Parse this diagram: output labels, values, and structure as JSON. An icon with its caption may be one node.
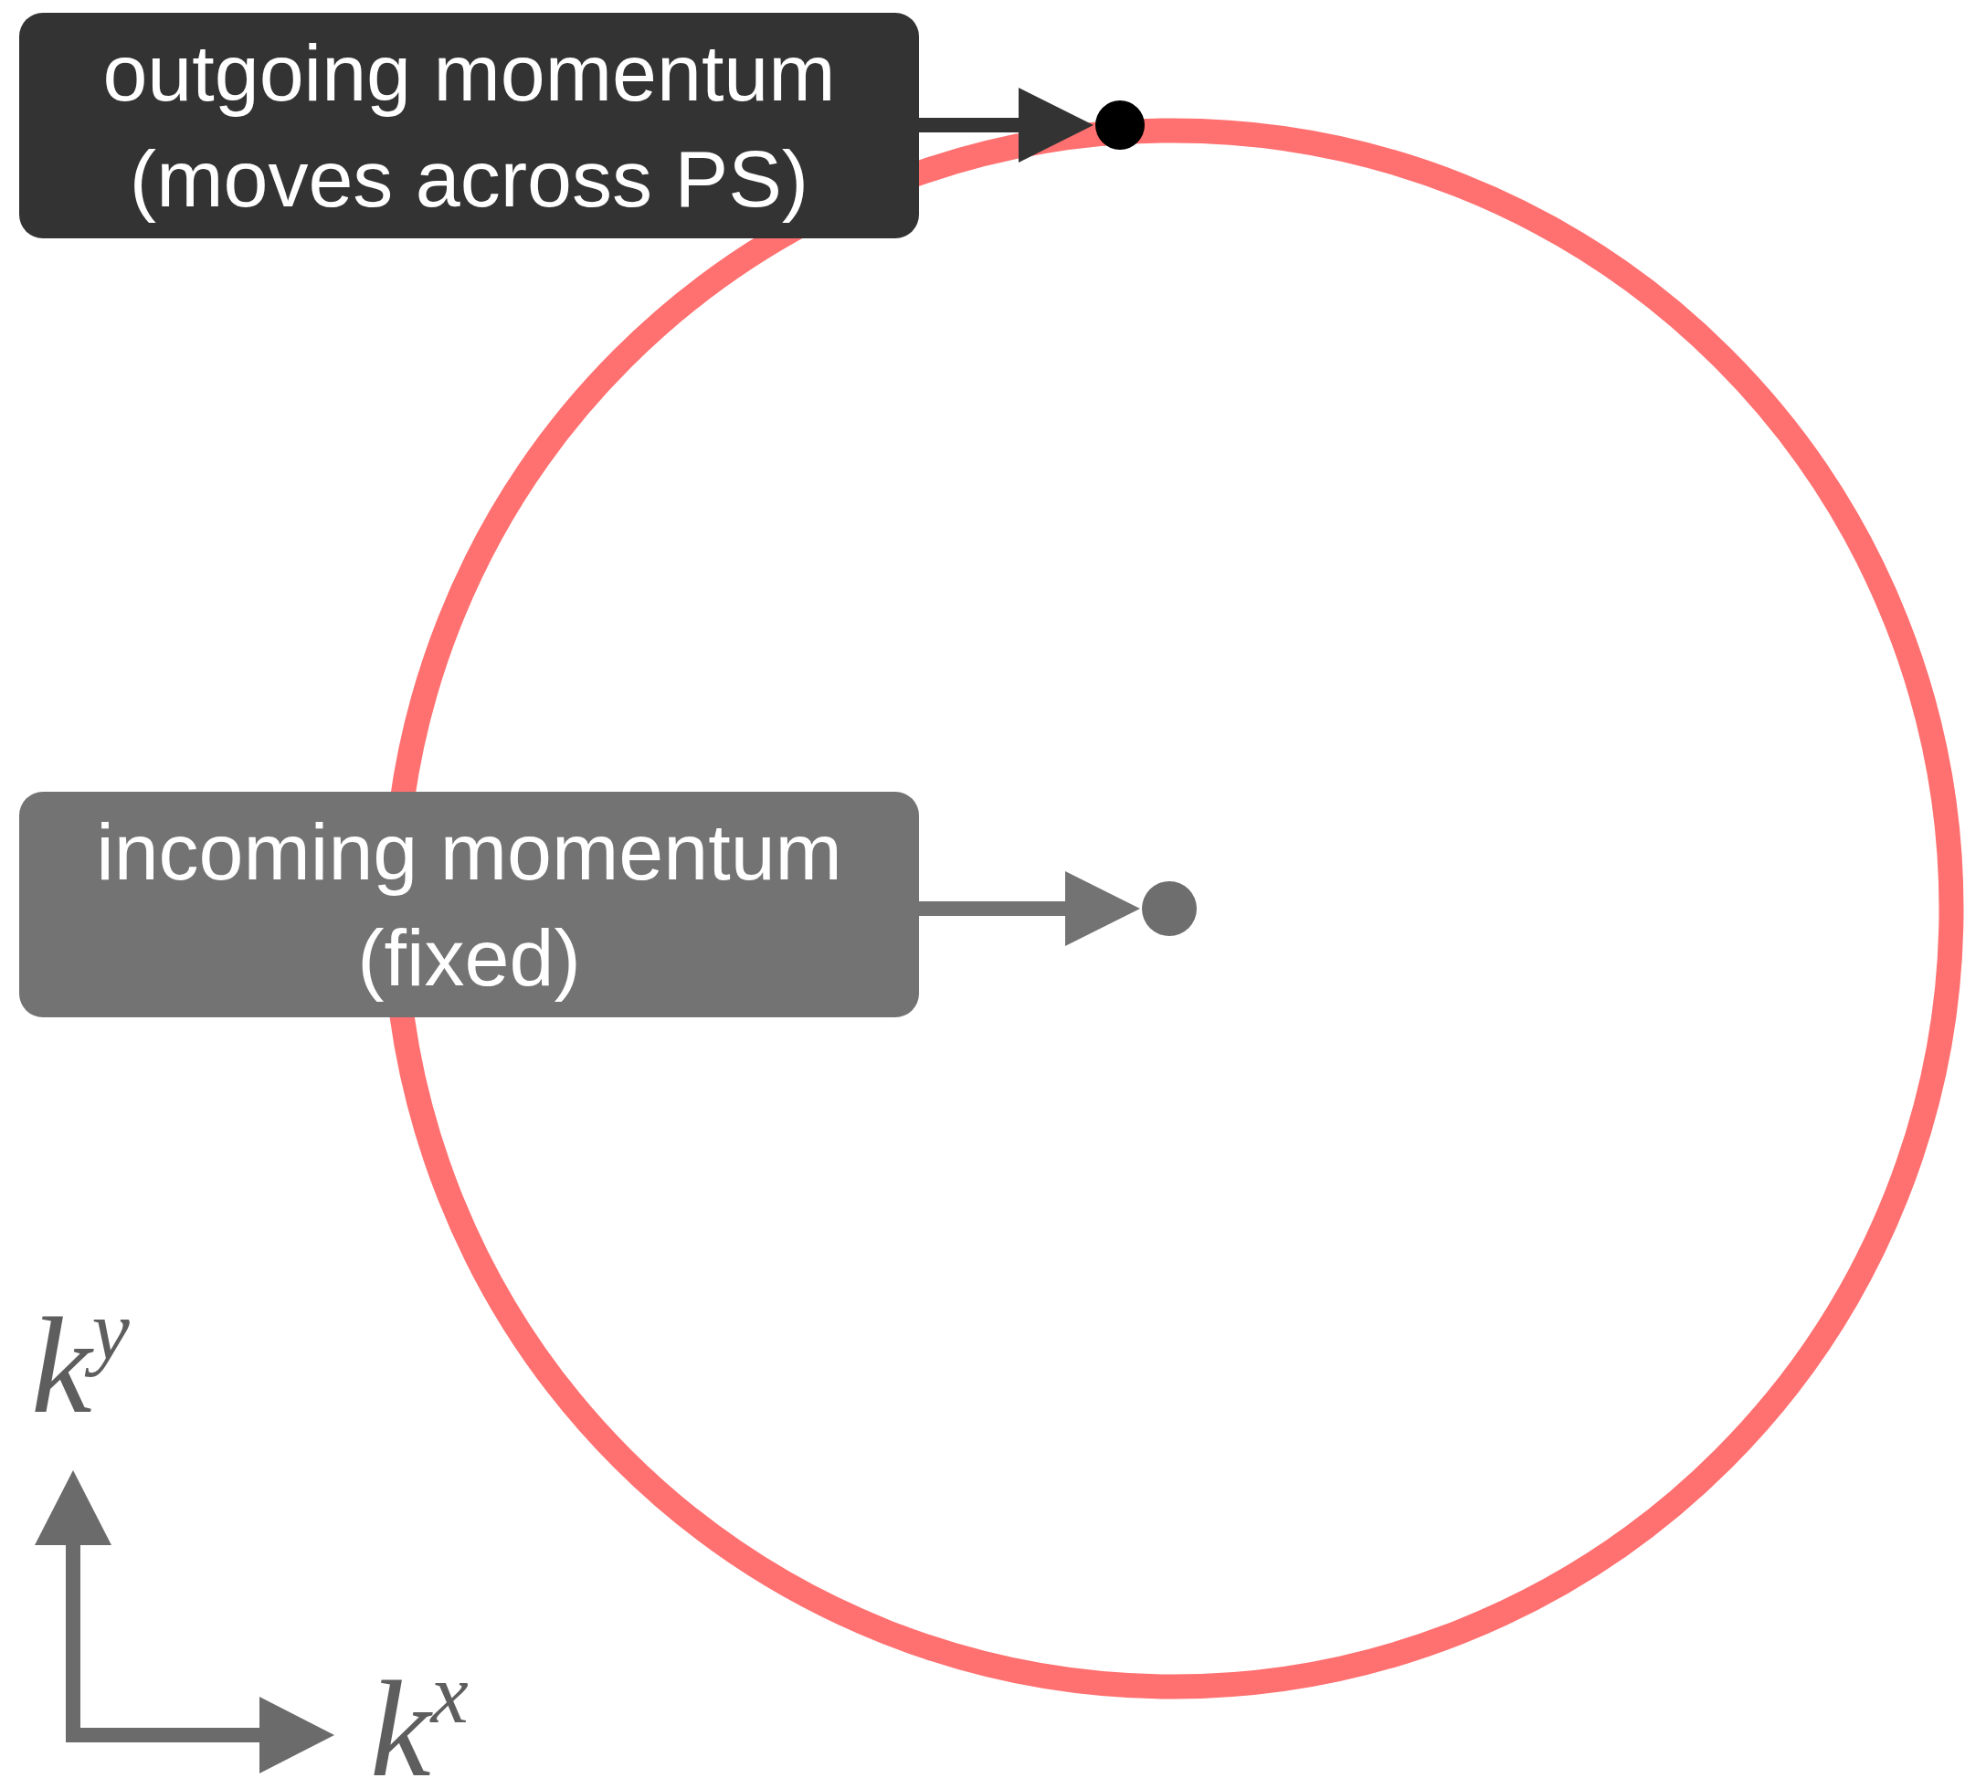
{
  "diagram": {
    "nodes": [
      {
        "text": [
          "outgoing momentum (moves across PS)"
        ]
      },
      {
        "text": [],
        "shape": "circle"
      },
      {
        "text": [
          "incoming momentum (fixed)"
        ]
      },
      {
        "text": [],
        "shape": "circle"
      }
    ],
    "edges": [
      {
        "from": 0,
        "to": 1,
        "arrow": "to",
        "color": "#333333"
      },
      {
        "from": 2,
        "to": 3,
        "arrow": "to",
        "color": "#737373"
      }
    ],
    "labels": [
      "k$^{y}$",
      "k$^{x}$"
    ]
  }
}
